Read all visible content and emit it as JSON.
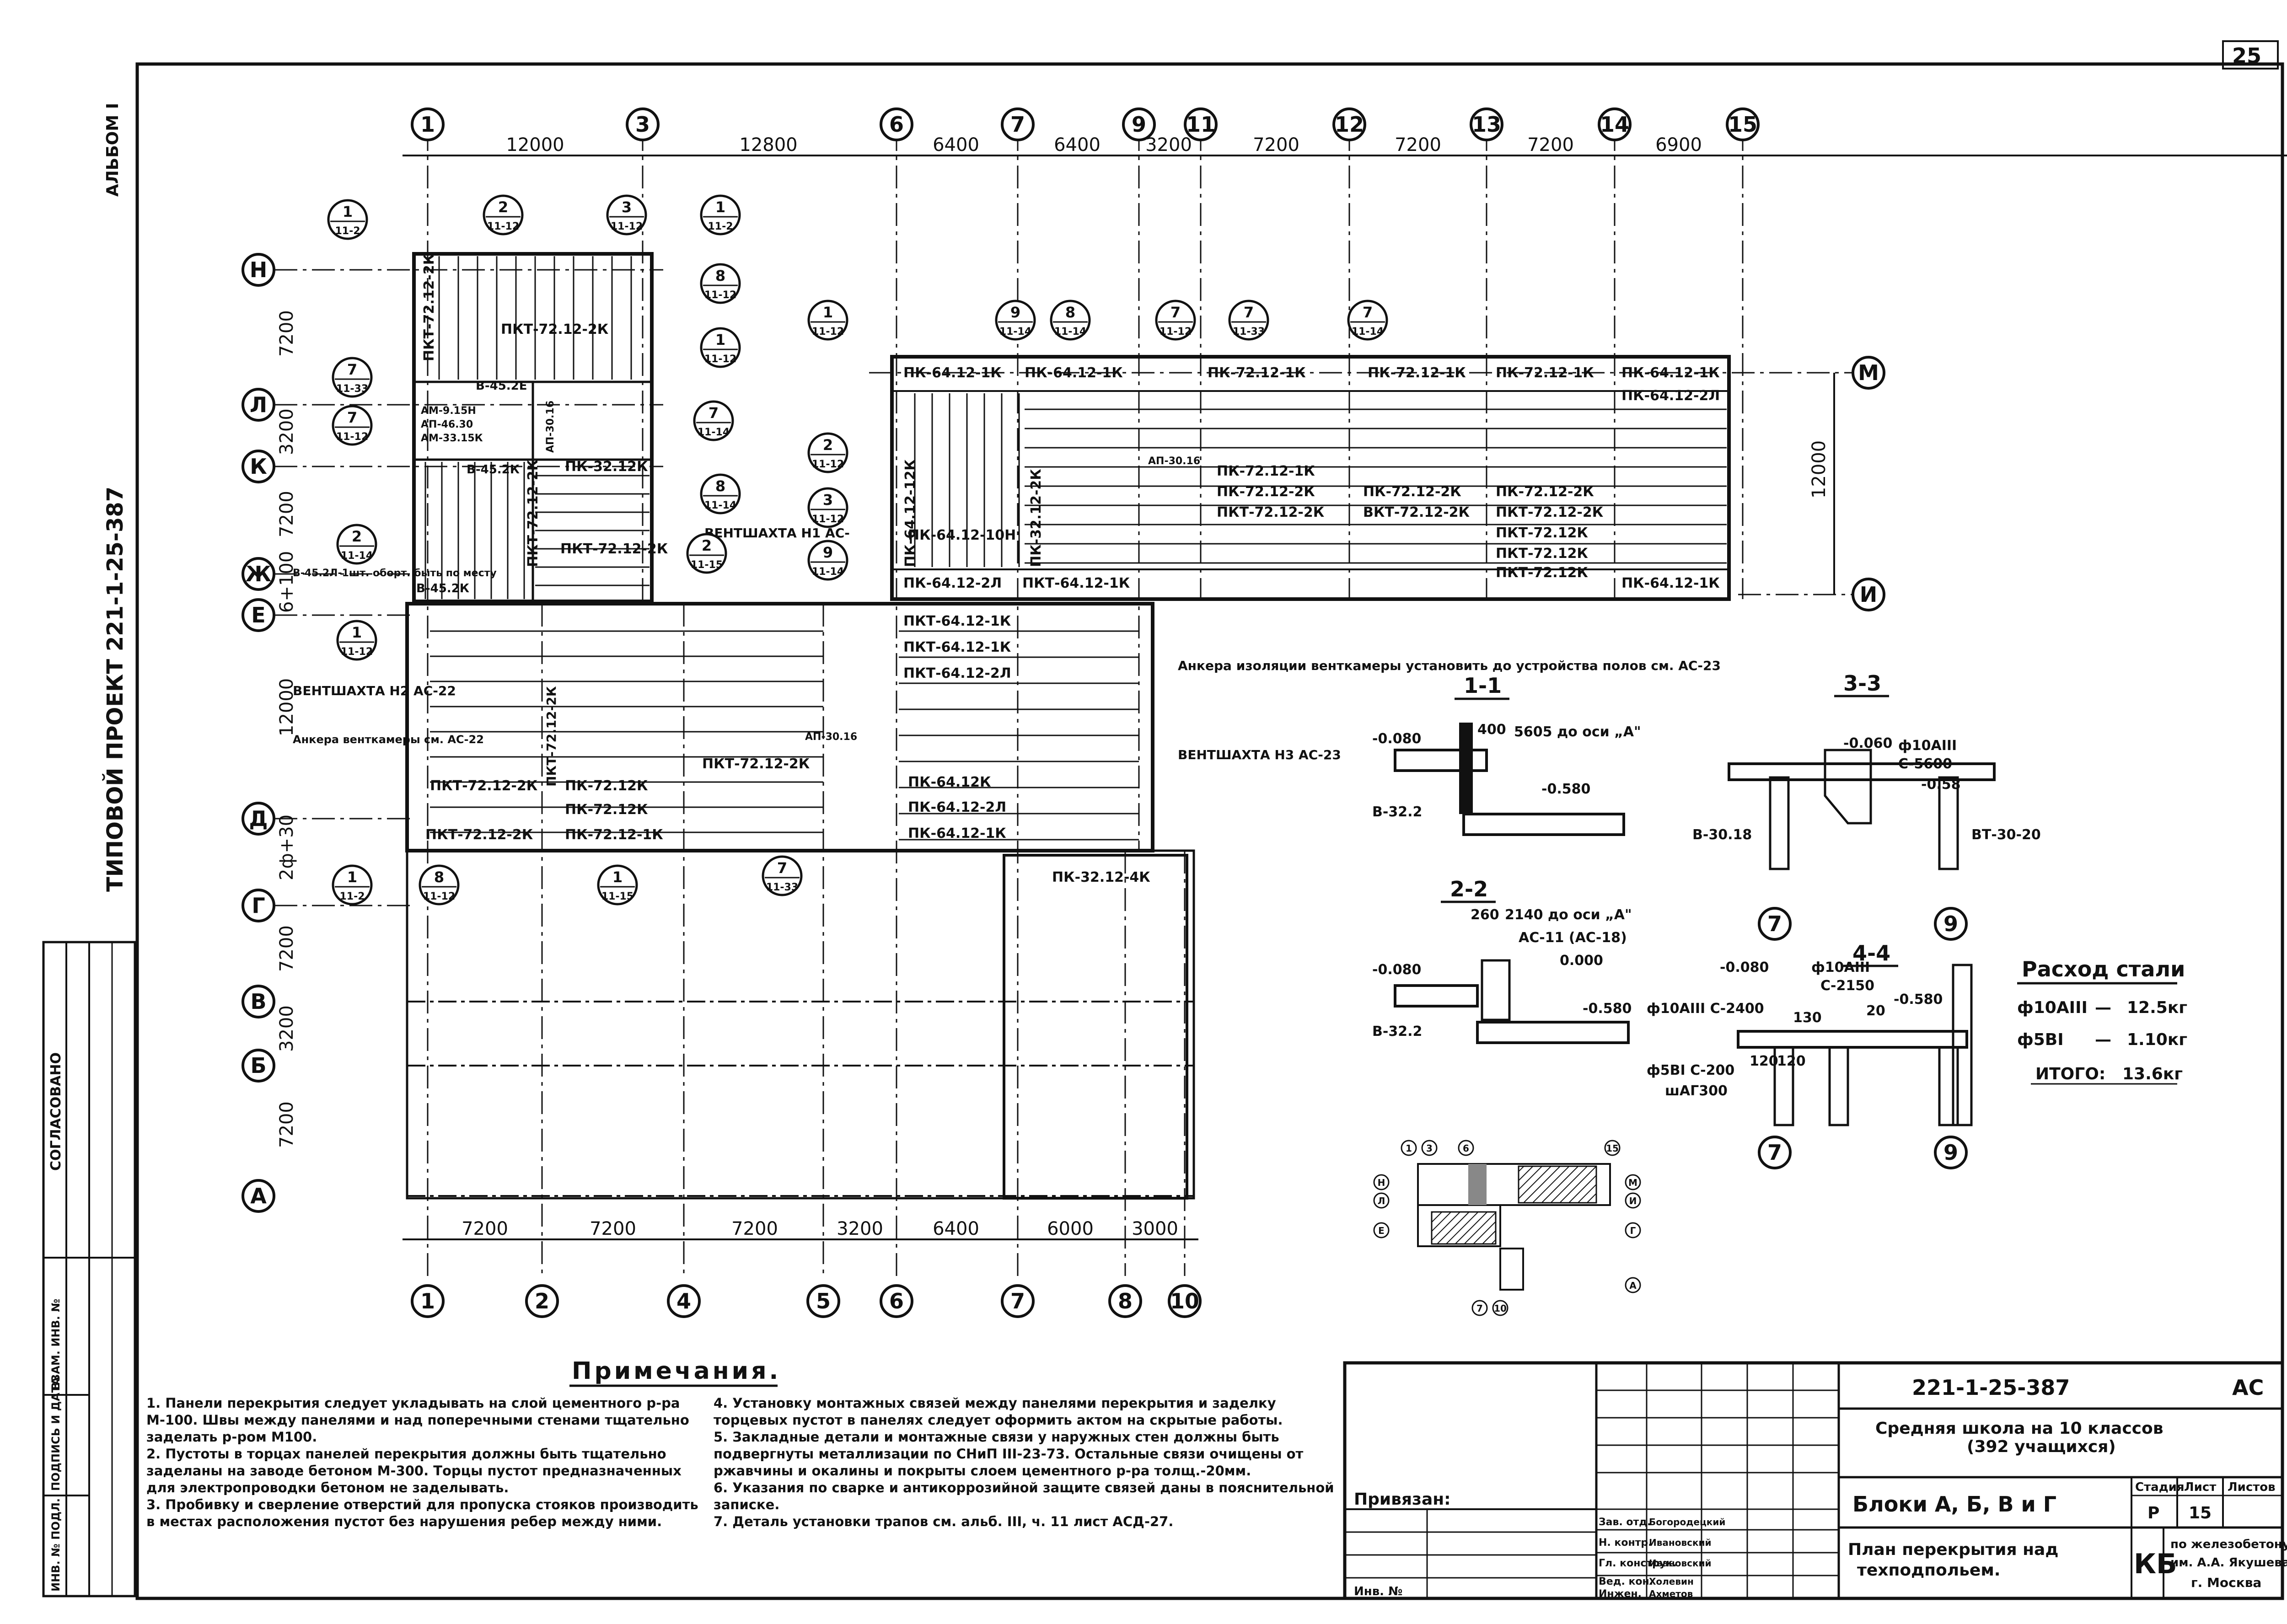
{
  "page_number": "25",
  "side": {
    "album": "АЛЬБОМ I",
    "project": "ТИПОВОЙ ПРОЕКТ 221-1-25-387",
    "agreed": "СОГЛАСОВАНО",
    "margin_cols": [
      "ИНВ. № ПОДЛ.",
      "ПОДПИСЬ И ДАТА",
      "ВЗАМ. ИНВ. №"
    ]
  },
  "top_axes": [
    "1",
    "3",
    "6",
    "7",
    "9",
    "11",
    "12",
    "13",
    "14",
    "15"
  ],
  "top_dims": [
    "12000",
    "12800",
    "6400",
    "6400",
    "3200",
    "7200",
    "7200",
    "7200",
    "6900"
  ],
  "bottom_axes": [
    "1",
    "2",
    "4",
    "5",
    "6",
    "7",
    "8",
    "10"
  ],
  "bottom_dims": [
    "7200",
    "7200",
    "7200",
    "3200",
    "6400",
    "6000",
    "3000"
  ],
  "left_axes": [
    "Н",
    "Л",
    "К",
    "Ж",
    "Е",
    "Д",
    "Г",
    "В",
    "Б",
    "А"
  ],
  "left_dims": [
    "7200",
    "3200",
    "7200",
    "6+100",
    "12000",
    "2ф+30",
    "7200",
    "3200",
    "7200"
  ],
  "right_axes": [
    "М",
    "И"
  ],
  "right_dim": "12000",
  "panels": {
    "left_block": [
      "ПКТ-72.12-2К",
      "ПКТ-72.12-2К",
      "ПК-32.12К",
      "ПКТ-72.12-2К",
      "ПКТ-72.12-2К"
    ],
    "left_notes": [
      "В-45.2Е",
      "АМ-9.15Н",
      "АП-46.30",
      "АМ-33.15К",
      "В-45.2К",
      "АП-30.16",
      "В-45.2Л-1шт. оборт. быть по месту",
      "В-45.2К"
    ],
    "right_block_top": [
      "ПК-64.12-1К",
      "ПК-64.12-1К",
      "ПК-72.12-1К",
      "ПК-72.12-1К",
      "ПК-72.12-1К",
      "ПК-64.12-1К",
      "ПК-64.12-2Л"
    ],
    "right_block_mid": [
      "ПК-72.12-2К",
      "ПК-72.12-2К",
      "ПК-72.12-2К",
      "ПКТ-72.12-2К",
      "ВКТ-72.12-2К",
      "ПКТ-72.12-2К",
      "ПКТ-72.12К",
      "ПКТ-72.12К",
      "ПКТ-72.12К"
    ],
    "right_block_bottom": [
      "ПК-64.12-2Л",
      "ПКТ-64.12-1К",
      "ПК-72.12-1К",
      "ПК-64.12-1К",
      "ПК-64.12-12К",
      "ПК-64.12-10Н",
      "ПК-32.12-2К",
      "АП-30.16"
    ],
    "center_block": [
      "ПКТ-64.12-1К",
      "ПКТ-64.12-1К",
      "ПКТ-64.12-2Л",
      "ПКТ-72.12-2К",
      "ПК-64.12К",
      "ПК-64.12-2Л",
      "ПК-64.12-1К",
      "ПКТ-72.12-2К",
      "ПК-72.12К",
      "ПК-72.12К",
      "ПК-72.12-1К",
      "ПКТ-72.12-2К",
      "АП-30.16",
      "ПК-32.12-4К"
    ]
  },
  "callouts": [
    {
      "n": "1",
      "s": "11-2"
    },
    {
      "n": "2",
      "s": "11-12"
    },
    {
      "n": "3",
      "s": "11-12"
    },
    {
      "n": "1",
      "s": "11-2"
    },
    {
      "n": "8",
      "s": "11-12"
    },
    {
      "n": "1",
      "s": "11-12"
    },
    {
      "n": "7",
      "s": "11-14"
    },
    {
      "n": "8",
      "s": "11-14"
    },
    {
      "n": "7",
      "s": "11-33"
    },
    {
      "n": "7",
      "s": "11-12"
    },
    {
      "n": "2",
      "s": "11-14"
    },
    {
      "n": "1",
      "s": "11-12"
    },
    {
      "n": "2",
      "s": "11-15"
    },
    {
      "n": "1",
      "s": "11-12"
    },
    {
      "n": "9",
      "s": "11-14"
    },
    {
      "n": "8",
      "s": "11-14"
    },
    {
      "n": "7",
      "s": "11-12"
    },
    {
      "n": "7",
      "s": "11-33"
    },
    {
      "n": "7",
      "s": "11-14"
    },
    {
      "n": "2",
      "s": "11-12"
    },
    {
      "n": "3",
      "s": "11-12"
    },
    {
      "n": "9",
      "s": "11-14"
    },
    {
      "n": "1",
      "s": "11-2"
    },
    {
      "n": "8",
      "s": "11-12"
    },
    {
      "n": "1",
      "s": "11-15"
    },
    {
      "n": "7",
      "s": "11-33"
    }
  ],
  "vent_notes": [
    "ВЕНТШАХТА Н1 АС-",
    "ВЕНТШАХТА Н2 АС-22",
    "Анкера венткамеры см. АС-22",
    "Анкера изоляции венткамеры установить до устройства полов см. АС-23",
    "ВЕНТШАХТА Н3 АС-23"
  ],
  "sections": {
    "s11": {
      "title": "1-1",
      "levels": [
        "-0.080",
        "-0.580"
      ],
      "note": "5605 до оси „А\"",
      "dim": "400",
      "beam": "В-32.2"
    },
    "s22": {
      "title": "2-2",
      "levels": [
        "-0.080",
        "0.000",
        "-0.580"
      ],
      "note": "2140 до оси „А\"",
      "dim": "260",
      "item": "АС-11 (АС-18)",
      "beam": "В-32.2"
    },
    "s33": {
      "title": "3-3",
      "levels": [
        "-0.060",
        "-0.58"
      ],
      "items": [
        "ф10АIII",
        "С-5600",
        "В-30.18",
        "ВТ-30-20"
      ],
      "axes": [
        "7",
        "9"
      ]
    },
    "s44": {
      "title": "4-4",
      "levels": [
        "-0.080",
        "-0.580"
      ],
      "items": [
        "ф10АIII",
        "С-2150",
        "ф10АIII С-2400",
        "ф5ВI С-200",
        "шАГ300",
        "20",
        "130",
        "120",
        "120"
      ],
      "axes": [
        "7",
        "9"
      ]
    }
  },
  "steel": {
    "title": "Расход стали",
    "rows": [
      {
        "name": "ф10АIII",
        "dash": "—",
        "value": "12.5кг"
      },
      {
        "name": "ф5ВI",
        "dash": "—",
        "value": "1.10кг"
      }
    ],
    "total_label": "ИТОГО:",
    "total": "13.6кг"
  },
  "key_plan": {
    "axes": [
      "1",
      "3",
      "6",
      "15",
      "Н",
      "М",
      "Л",
      "И",
      "Е",
      "Г",
      "А",
      "7",
      "10"
    ]
  },
  "notes": {
    "title": "Примечания.",
    "items": [
      "1. Панели перекрытия следует укладывать на слой цементного р-ра М-100. Швы между панелями и над поперечными стенами тщательно заделать р-ром М100.",
      "2. Пустоты в торцах панелей перекрытия должны быть тщательно заделаны на заводе бетоном М-300. Торцы пустот предназначенных для электропроводки бетоном не заделывать.",
      "3. Пробивку и сверление отверстий для пропуска стояков производить в местах расположения пустот без нарушения ребер между ними.",
      "4. Установку монтажных связей между панелями перекрытия и заделку торцевых пустот в панелях следует оформить актом на скрытые работы.",
      "5. Закладные детали и монтажные связи у наружных стен должны быть подвергнуты металлизации по СНиП III-23-73. Остальные связи очищены от ржавчины и окалины и покрыты слоем цементного р-ра толщ.-20мм.",
      "6. Указания по сварке и антикоррозийной защите связей даны в пояснительной записке.",
      "7. Деталь установки трапов см. альб. III, ч. 11 лист АСД-27."
    ]
  },
  "title_block": {
    "code": "221-1-25-387",
    "mark": "АС",
    "name1": "Средняя школа на 10 классов",
    "name2": "(392 учащихся)",
    "blocks": "Блоки А, Б, В и Г",
    "sheet_title1": "План перекрытия над",
    "sheet_title2": "техподпольем.",
    "stage_head": "Стадия",
    "sheet_head": "Лист",
    "sheets_head": "Листов",
    "stage": "Р",
    "sheet": "15",
    "org_code": "КБ",
    "org1": "по железобетону",
    "org2": "им. А.А. Якушева",
    "org3": "г. Москва",
    "approved": "Привязан:",
    "inv": "Инв. № ",
    "roles": [
      {
        "role": "Зав. отд.",
        "name": "Богородецкий"
      },
      {
        "role": "Н. контр.",
        "name": "Ивановский"
      },
      {
        "role": "Гл. конструк.",
        "name": "Ивановский"
      },
      {
        "role": "Вед. кон.",
        "name": "Холевин"
      },
      {
        "role": "Инжен.",
        "name": "Ахметов"
      }
    ]
  }
}
